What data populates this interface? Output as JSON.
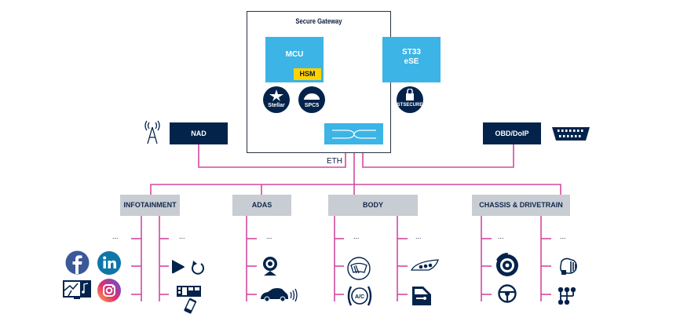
{
  "gateway": {
    "title": "Secure Gateway",
    "mcu": {
      "label": "MCU",
      "hsm": "HSM"
    },
    "ese": {
      "line1": "ST33",
      "line2": "eSE"
    },
    "logos": {
      "stellar": "Stellar",
      "spc5": "SPC5",
      "stsecure": "STSECURE"
    }
  },
  "nad": {
    "label": "NAD",
    "icon": "antenna-icon"
  },
  "obd": {
    "label": "OBD/DoIP",
    "icon": "obd-connector-icon"
  },
  "bus": {
    "label": "ETH"
  },
  "domains": [
    {
      "label": "INFOTAINMENT",
      "left_icons": [
        "facebook-icon",
        "linkedin-icon",
        "navigation-music-icon",
        "instagram-icon"
      ],
      "right_icons": [
        "play-icon",
        "refresh-icon",
        "dashboard-phone-icon"
      ]
    },
    {
      "label": "ADAS",
      "icons": [
        "camera-icon",
        "car-sensor-icon"
      ]
    },
    {
      "label": "BODY",
      "left_icons": [
        "wiper-icon",
        "ac-icon"
      ],
      "right_icons": [
        "headlight-icon",
        "door-icon"
      ]
    },
    {
      "label": "CHASSIS & DRIVETRAIN",
      "left_icons": [
        "brake-icon",
        "steering-wheel-icon"
      ],
      "right_icons": [
        "engine-icon",
        "gearbox-icon"
      ]
    }
  ],
  "ellipsis": "...",
  "ac_text": "A/C",
  "colors": {
    "accent": "#3cb4e5",
    "dark": "#03234b",
    "hsm": "#ffd200",
    "line": "#d63ca0",
    "domain": "#c8cdd3"
  }
}
